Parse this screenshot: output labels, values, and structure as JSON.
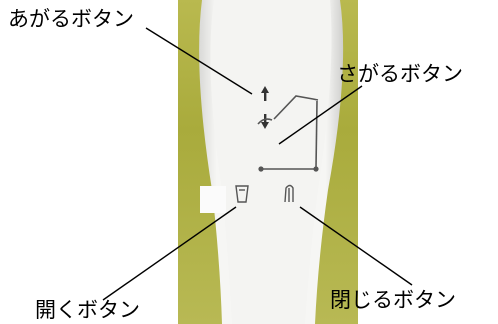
{
  "labels": {
    "up_button": "あがるボタン",
    "down_button": "さがるボタン",
    "open_button": "開くボタン",
    "close_button": "閉じるボタン"
  },
  "icons": {
    "up_arrow": "arrow-up-icon",
    "down_arrow": "arrow-down-icon",
    "recline_diagram": "recline-diagram-icon",
    "open": "open-icon",
    "close": "close-icon"
  },
  "colors": {
    "background_green": "#b2b446",
    "remote_body": "#f3f3f1",
    "icon_dark": "#4a4a4a"
  }
}
